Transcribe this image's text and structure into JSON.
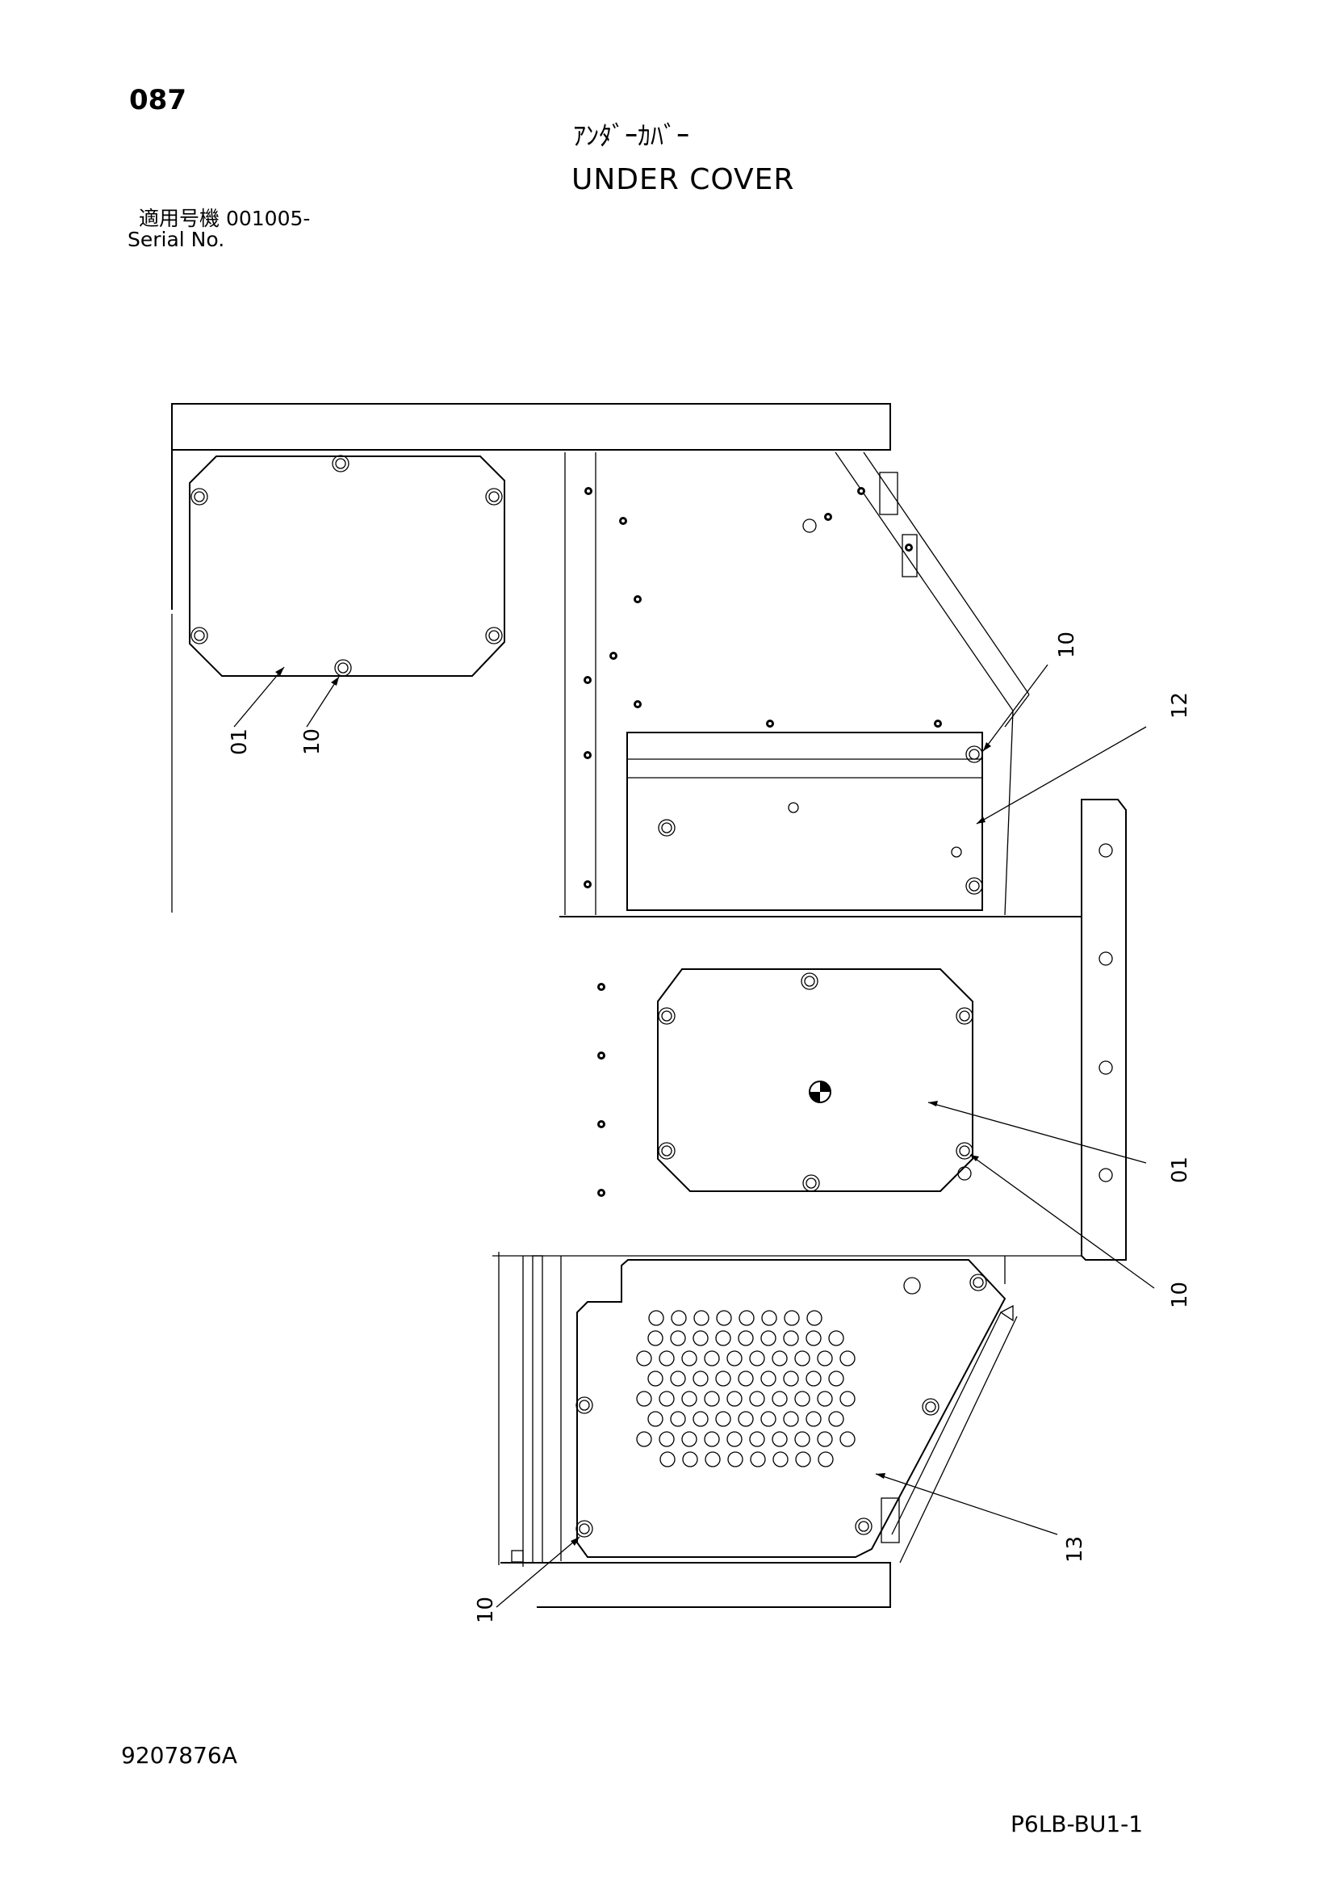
{
  "header": {
    "page_number": "087",
    "title_jp": "ｱﾝﾀﾞｰｶﾊﾞｰ",
    "title_en": "UNDER COVER",
    "serial_jp": "適用号機  001005-",
    "serial_en": "Serial No."
  },
  "footer": {
    "document_number": "9207876A",
    "sheet_code": "P6LB-BU1-1"
  },
  "callouts": {
    "top_left_cover": "01",
    "top_left_bolt": "10",
    "upper_right_bolt": "10",
    "upper_right_cover": "12",
    "middle_cover": "01",
    "middle_bolt": "10",
    "lower_cover": "13",
    "lower_bolt": "10"
  }
}
